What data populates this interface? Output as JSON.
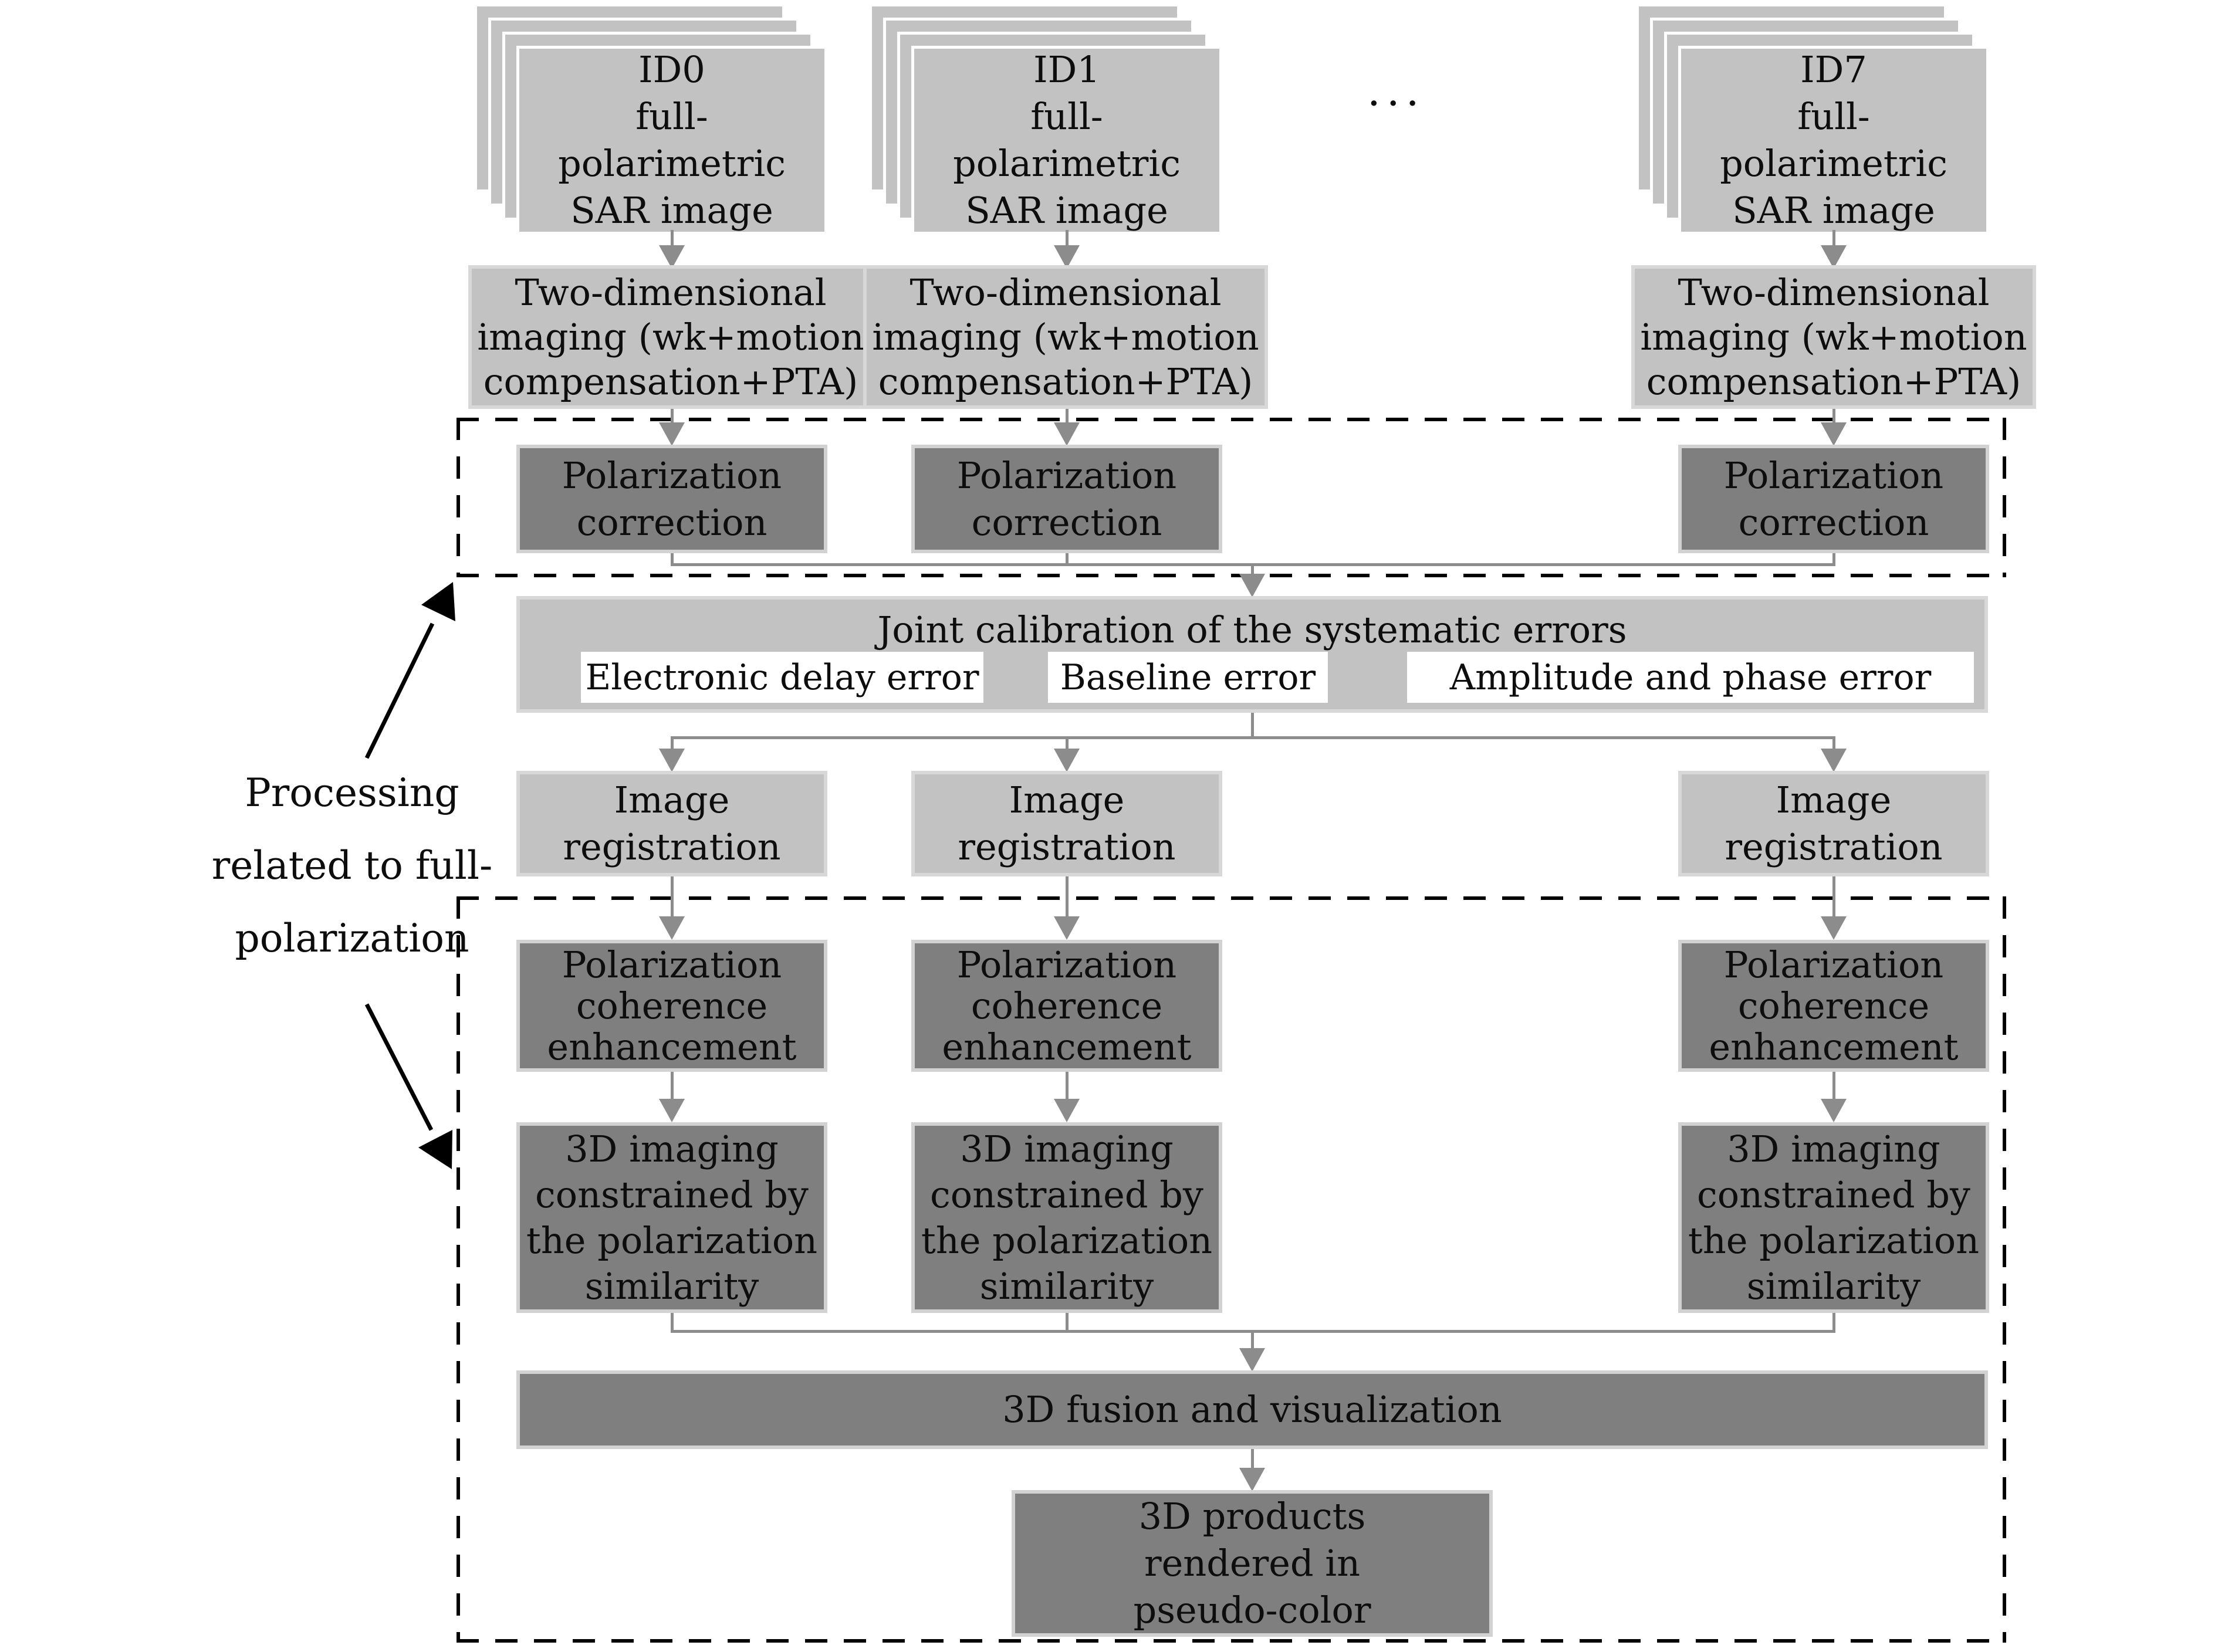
{
  "figure": {
    "type": "flowchart",
    "ellipsis": "···",
    "stacks": {
      "id0": {
        "lines": [
          "ID0",
          "full-",
          "polarimetric",
          "SAR image"
        ]
      },
      "id1": {
        "lines": [
          "ID1",
          "full-",
          "polarimetric",
          "SAR image"
        ]
      },
      "id7": {
        "lines": [
          "ID7",
          "full-",
          "polarimetric",
          "SAR image"
        ]
      }
    },
    "two_dimensional_imaging": {
      "lines": [
        "Two-dimensional",
        "imaging (wk+motion",
        "compensation+PTA)"
      ]
    },
    "polarization_correction": {
      "lines": [
        "Polarization",
        "correction"
      ]
    },
    "joint_calibration": {
      "title": "Joint calibration of the systematic errors",
      "error_boxes": [
        "Electronic delay error",
        "Baseline error",
        "Amplitude and phase error"
      ]
    },
    "image_registration": {
      "lines": [
        "Image",
        "registration"
      ]
    },
    "polarization_coherence": {
      "lines": [
        "Polarization",
        "coherence",
        "enhancement"
      ]
    },
    "imaging_3d": {
      "lines": [
        "3D imaging",
        "constrained by",
        "the polarization",
        "similarity"
      ]
    },
    "fusion_label": "3D fusion and visualization",
    "products": {
      "lines": [
        "3D products",
        "rendered in",
        "pseudo-color"
      ]
    },
    "side_label": {
      "lines": [
        "Processing",
        "related to full-",
        "polarization"
      ]
    },
    "colors": {
      "background": "#ffffff",
      "light_box": "#c2c2c2",
      "dark_box": "#7f7f7f",
      "light_border": "#d8d8d8",
      "arrow_gray": "#8c8c8c",
      "dashed_border": "#000000",
      "error_box_bg": "#ffffff",
      "text": "#0d0d0d"
    }
  }
}
